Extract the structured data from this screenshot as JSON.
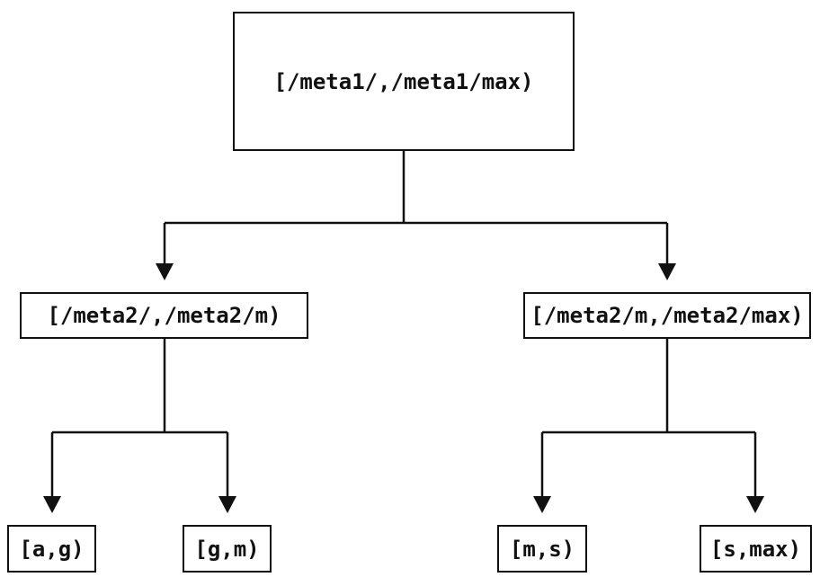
{
  "diagram": {
    "type": "tree",
    "nodes": {
      "root": {
        "id": "root",
        "label": "[/meta1/,/meta1/max)"
      },
      "left": {
        "id": "left",
        "label": "[/meta2/,/meta2/m)"
      },
      "right": {
        "id": "right",
        "label": "[/meta2/m,/meta2/max)"
      },
      "leaf1": {
        "id": "leaf1",
        "label": "[a,g)"
      },
      "leaf2": {
        "id": "leaf2",
        "label": "[g,m)"
      },
      "leaf3": {
        "id": "leaf3",
        "label": "[m,s)"
      },
      "leaf4": {
        "id": "leaf4",
        "label": "[s,max)"
      }
    },
    "edges": [
      {
        "from": "root",
        "to": "left"
      },
      {
        "from": "root",
        "to": "right"
      },
      {
        "from": "left",
        "to": "leaf1"
      },
      {
        "from": "left",
        "to": "leaf2"
      },
      {
        "from": "right",
        "to": "leaf3"
      },
      {
        "from": "right",
        "to": "leaf4"
      }
    ],
    "colors": {
      "background": "#ffffff",
      "line": "#111111",
      "text": "#111111",
      "node_fill": "#ffffff"
    }
  }
}
